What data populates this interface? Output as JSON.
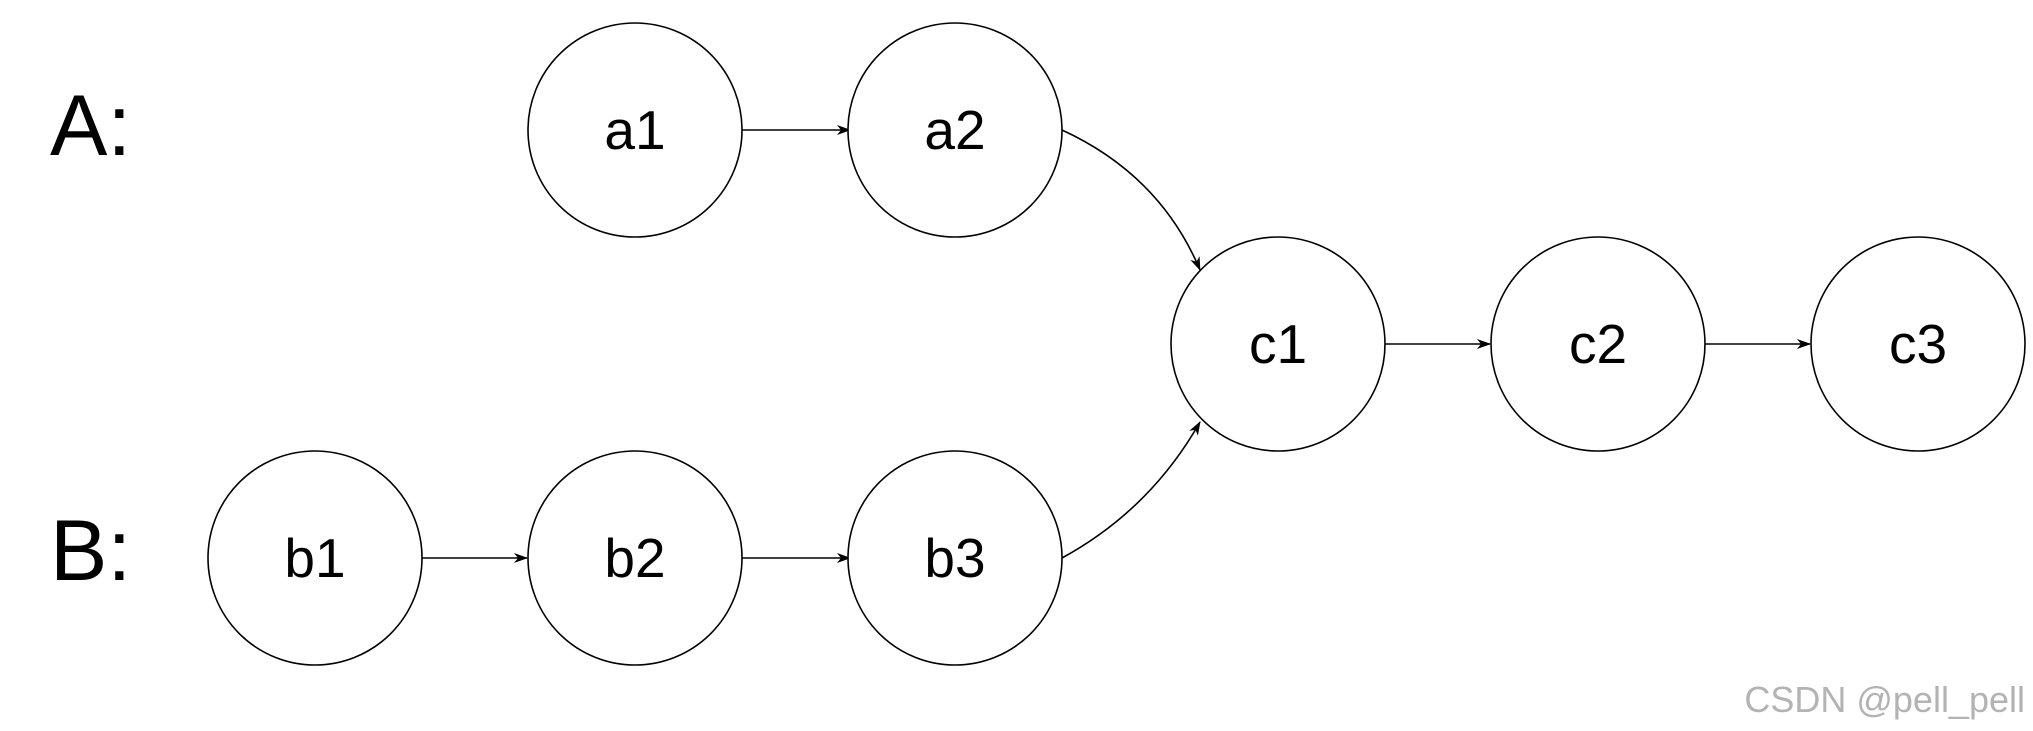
{
  "labels": {
    "list_a": "A:",
    "list_b": "B:"
  },
  "nodes": {
    "a1": "a1",
    "a2": "a2",
    "b1": "b1",
    "b2": "b2",
    "b3": "b3",
    "c1": "c1",
    "c2": "c2",
    "c3": "c3"
  },
  "watermark": "CSDN @pell_pell",
  "colors": {
    "stroke": "#000000",
    "watermark": "#b3b3b3"
  }
}
